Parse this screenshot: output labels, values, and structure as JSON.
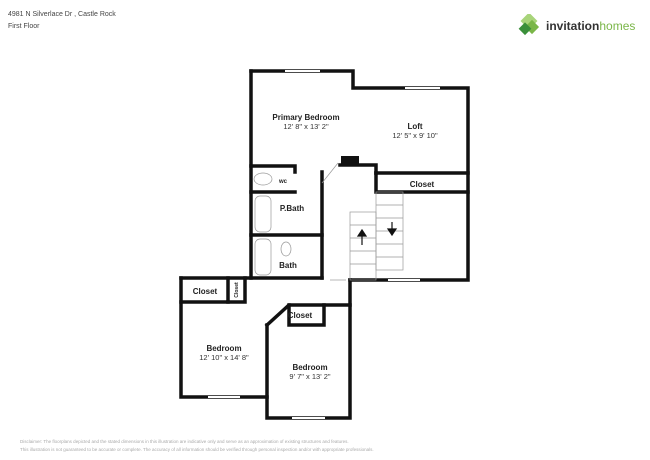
{
  "header": {
    "address": "4981 N Silverlace Dr , Castle Rock",
    "floor": "First Floor"
  },
  "logo": {
    "part1": "invitation",
    "part2": "homes",
    "colors": [
      "#7ab648",
      "#3a8f3a",
      "#a8d47a"
    ]
  },
  "rooms": [
    {
      "name": "Primary Bedroom",
      "dims": "12' 8\" x 13' 2\""
    },
    {
      "name": "Loft",
      "dims": "12' 5\" x 9' 10\""
    },
    {
      "name": "Closet"
    },
    {
      "name": "wc"
    },
    {
      "name": "P.Bath"
    },
    {
      "name": "Bath"
    },
    {
      "name": "Closet"
    },
    {
      "name": "Closet"
    },
    {
      "name": "Bedroom",
      "dims": "12' 10\" x 14' 8\""
    },
    {
      "name": "Closet"
    },
    {
      "name": "Bedroom",
      "dims": "9' 7\" x 13' 2\""
    }
  ],
  "disclaimer": {
    "line1": "Disclaimer: The floorplans depicted and the stated dimensions in this illustration are indicative only and serve as an approximation of existing structures and features.",
    "line2": "This illustration is not guaranteed to be accurate or complete. The accuracy of all information should be verified through personal inspection and/or with appropriate professionals."
  }
}
